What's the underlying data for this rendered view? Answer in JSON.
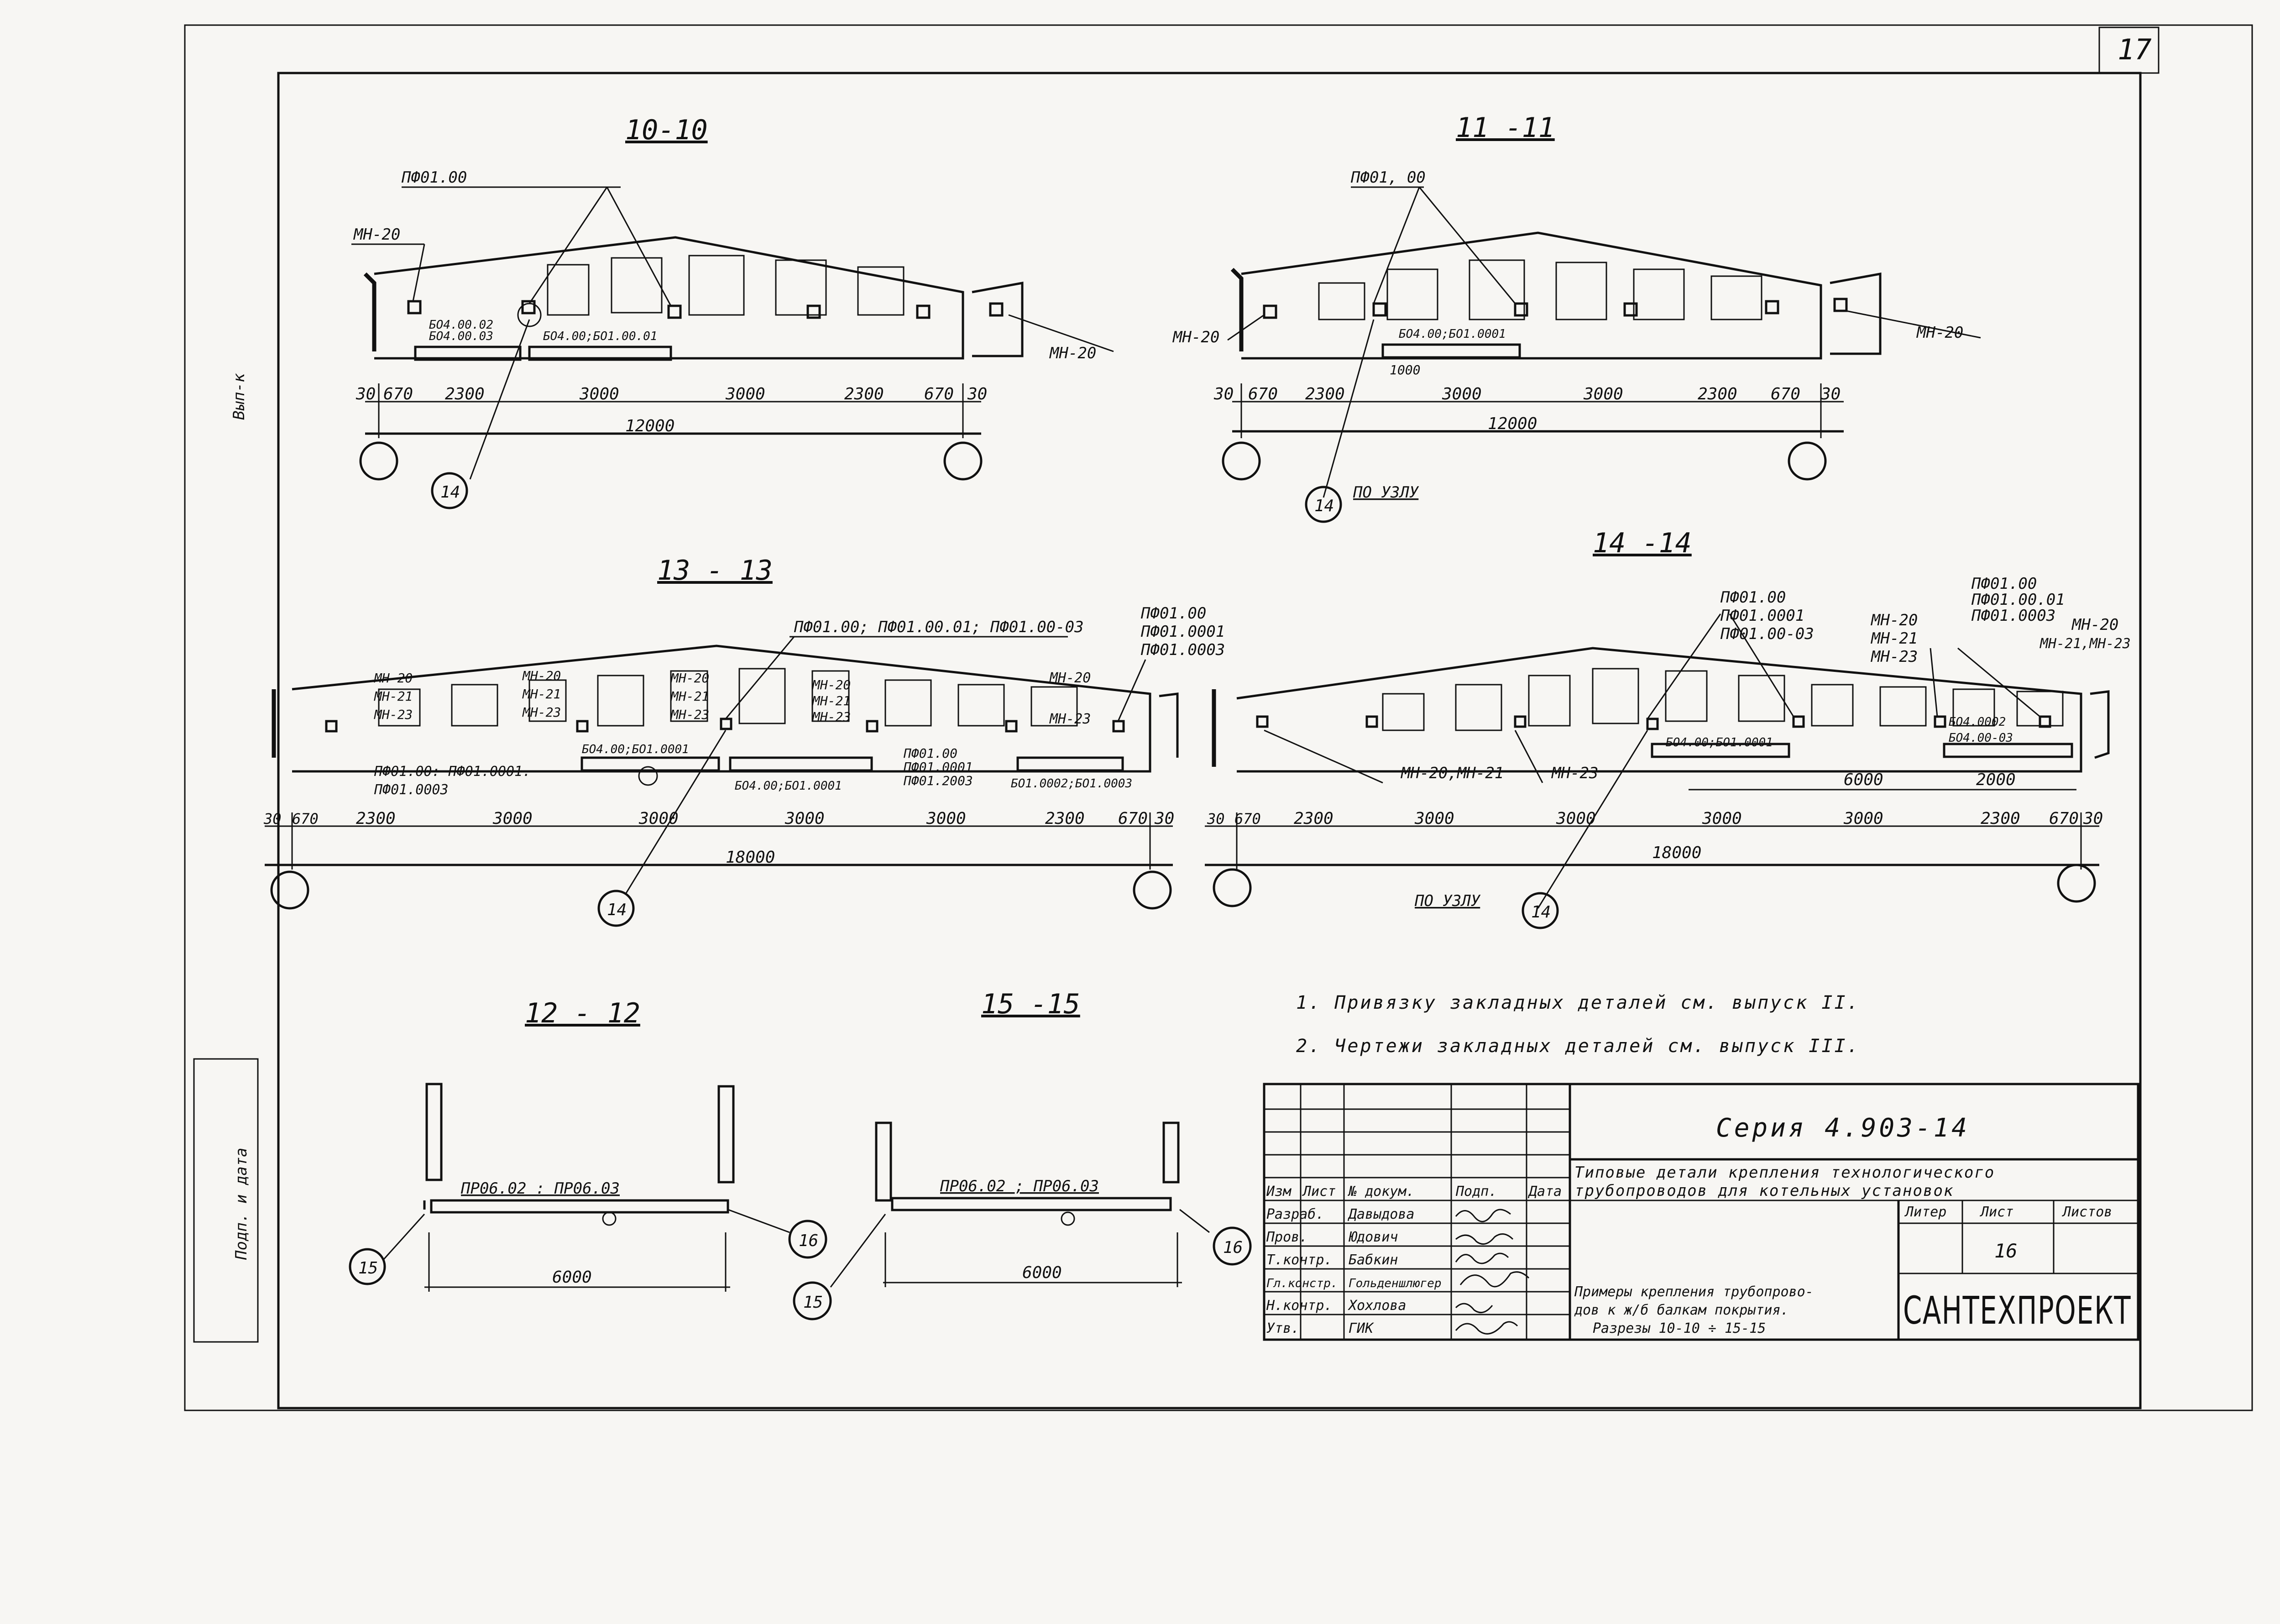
{
  "sheet_number": "17",
  "margin_label": "Вып-к",
  "margin_label2": "Подп. и дата",
  "sections": {
    "s1010": {
      "title": "10-10",
      "callouts": [
        "ПФ01.00",
        "МН-20",
        "МН-20",
        "БО4.00.02",
        "БО4.00.03",
        "БО4.00;БО1.00.01"
      ],
      "dims": [
        "30",
        "670",
        "2300",
        "3000",
        "3000",
        "2300",
        "670",
        "30"
      ],
      "total": "12000",
      "node": "14"
    },
    "s1111": {
      "title": "11 -11",
      "callouts": [
        "ПФ01, 00",
        "МН-20",
        "МН-20",
        "БО4.00;БО1.0001",
        "1000"
      ],
      "dims": [
        "30",
        "670",
        "2300",
        "3000",
        "3000",
        "2300",
        "670",
        "30"
      ],
      "total": "12000",
      "node": "14",
      "node_note": "ПО УЗЛУ"
    },
    "s1313": {
      "title": "13 - 13",
      "callouts": [
        "ПФ01.00; ПФ01.00.01; ПФ01.00-03",
        "ПФ01.00",
        "ПФ01.0001",
        "ПФ01.0003",
        "МН-20",
        "МН-21",
        "МН-23",
        "МН-20",
        "МН-21",
        "МН-23",
        "МН-20",
        "МН-21",
        "МН-23",
        "МН-20",
        "МН-21",
        "МН-23",
        "МН-20",
        "МН-23",
        "БО4.00;БО1.0001",
        "ПФ01.00: ПФ01.0001.",
        "ПФ01.0003",
        "БО4.00;БО1.0001",
        "ПФ01.00",
        "ПФ01.0001",
        "ПФ01.2003",
        "БО1.0002;БО1.0003"
      ],
      "dims": [
        "30",
        "670",
        "2300",
        "3000",
        "3000",
        "3000",
        "3000",
        "2300",
        "670",
        "30"
      ],
      "total": "18000",
      "node": "14"
    },
    "s1414": {
      "title": "14 -14",
      "callouts": [
        "ПФ01.00",
        "ПФ01.0001",
        "ПФ01.00-03",
        "МН-20",
        "МН-21",
        "МН-23",
        "ПФ01.00",
        "ПФ01.00.01",
        "ПФ01.0003",
        "МН-20",
        "МН-21,МН-23",
        "МН-20,МН-21",
        "МН-23",
        "БО4.00;БО1.0001",
        "БО4.0002",
        "БО4.00-03",
        "6000",
        "2000"
      ],
      "dims": [
        "30",
        "670",
        "2300",
        "3000",
        "3000",
        "3000",
        "3000",
        "2300",
        "670",
        "30"
      ],
      "total": "18000",
      "node": "14",
      "node_note": "ПО УЗЛУ"
    },
    "s1212": {
      "title": "12 - 12",
      "beam": "ПР06.02 : ПР06.03",
      "dim": "6000",
      "node_left": "15",
      "node_right": "16"
    },
    "s1515": {
      "title": "15 -15",
      "beam": "ПР06.02 ; ПР06.03",
      "dim": "6000",
      "node_left": "15",
      "node_right": "16"
    }
  },
  "notes": [
    "1. Привязку закладных деталей см. выпуск II.",
    "2. Чертежи закладных деталей см. выпуск III."
  ],
  "title_block": {
    "series": "Серия 4.903-14",
    "doc_title_1": "Типовые детали крепления технологического",
    "doc_title_2": "трубопроводов для котельных установок",
    "sheet_title_1": "Примеры крепления трубопрово-",
    "sheet_title_2": "дов к ж/б балкам покрытия.",
    "sheet_title_3": "Разрезы 10-10 ÷ 15-15",
    "col_headers": [
      "Изм",
      "Лист",
      "№ докум.",
      "Подп.",
      "Дата"
    ],
    "stage_headers": [
      "Литер",
      "Лист",
      "Листов"
    ],
    "sheet": "16",
    "org": "САНТЕХПРОЕКТ",
    "signatures": [
      {
        "role": "Разраб.",
        "name": "Давыдова"
      },
      {
        "role": "Пров.",
        "name": "Юдович"
      },
      {
        "role": "Т.контр.",
        "name": "Бабкин"
      },
      {
        "role": "Гл.констр.",
        "name": "Гольденшлюгер"
      },
      {
        "role": "Н.контр.",
        "name": "Хохлова"
      },
      {
        "role": "Утв.",
        "name": "ГИК"
      }
    ]
  }
}
